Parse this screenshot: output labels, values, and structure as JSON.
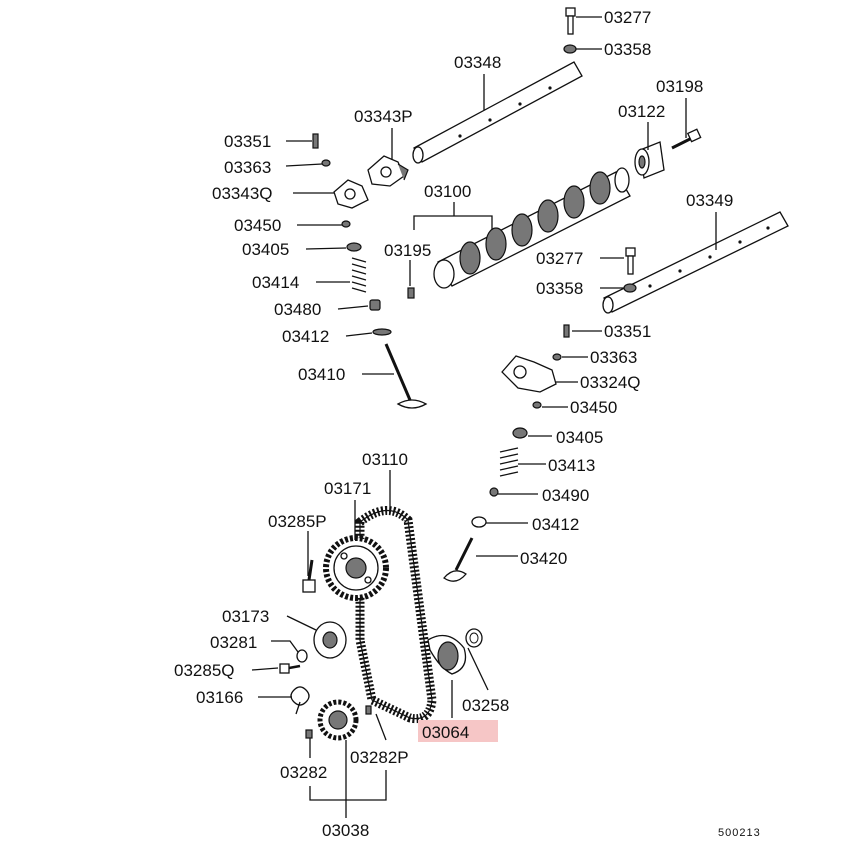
{
  "diagram": {
    "labels": {
      "p03277a": "03277",
      "p03358a": "03358",
      "p03348": "03348",
      "p03198": "03198",
      "p03343P": "03343P",
      "p03122": "03122",
      "p03351a": "03351",
      "p03363a": "03363",
      "p03343Q": "03343Q",
      "p03100": "03100",
      "p03349": "03349",
      "p03450a": "03450",
      "p03405a": "03405",
      "p03195": "03195",
      "p03277b": "03277",
      "p03414": "03414",
      "p03358b": "03358",
      "p03480": "03480",
      "p03412a": "03412",
      "p03351b": "03351",
      "p03363b": "03363",
      "p03410": "03410",
      "p03324Q": "03324Q",
      "p03450b": "03450",
      "p03405b": "03405",
      "p03110": "03110",
      "p03413": "03413",
      "p03171": "03171",
      "p03490": "03490",
      "p03285P": "03285P",
      "p03412b": "03412",
      "p03420": "03420",
      "p03173": "03173",
      "p03281": "03281",
      "p03285Q": "03285Q",
      "p03166": "03166",
      "p03258": "03258",
      "p03064": "03064",
      "p03282": "03282",
      "p03282P": "03282P",
      "p03038": "03038"
    },
    "diagram_code": "500213",
    "highlighted_part": "03064",
    "highlight_color": "#f6c6c6"
  }
}
